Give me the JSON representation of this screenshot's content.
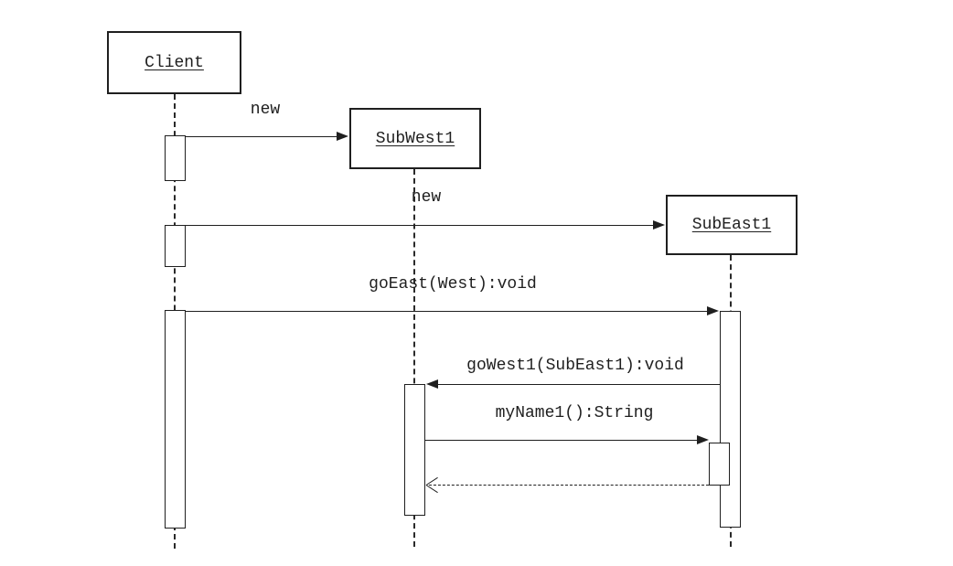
{
  "diagram": {
    "type": "uml-sequence-diagram",
    "colors": {
      "background": "#ffffff",
      "line": "#1f1f1f"
    },
    "objects": [
      {
        "id": "client",
        "label": "Client"
      },
      {
        "id": "subwest1",
        "label": "SubWest1"
      },
      {
        "id": "subeast1",
        "label": "SubEast1"
      }
    ],
    "messages": [
      {
        "label": "new",
        "from": "Client",
        "to": "SubWest1",
        "style": "sync-create"
      },
      {
        "label": "new",
        "from": "Client",
        "to": "SubEast1",
        "style": "sync-create"
      },
      {
        "label": "goEast(West):void",
        "from": "Client",
        "to": "SubEast1",
        "style": "sync-call"
      },
      {
        "label": "goWest1(SubEast1):void",
        "from": "SubEast1",
        "to": "SubWest1",
        "style": "sync-call"
      },
      {
        "label": "myName1():String",
        "from": "SubWest1",
        "to": "SubEast1",
        "style": "sync-call"
      },
      {
        "label": "",
        "from": "SubEast1",
        "to": "SubWest1",
        "style": "return"
      }
    ]
  }
}
